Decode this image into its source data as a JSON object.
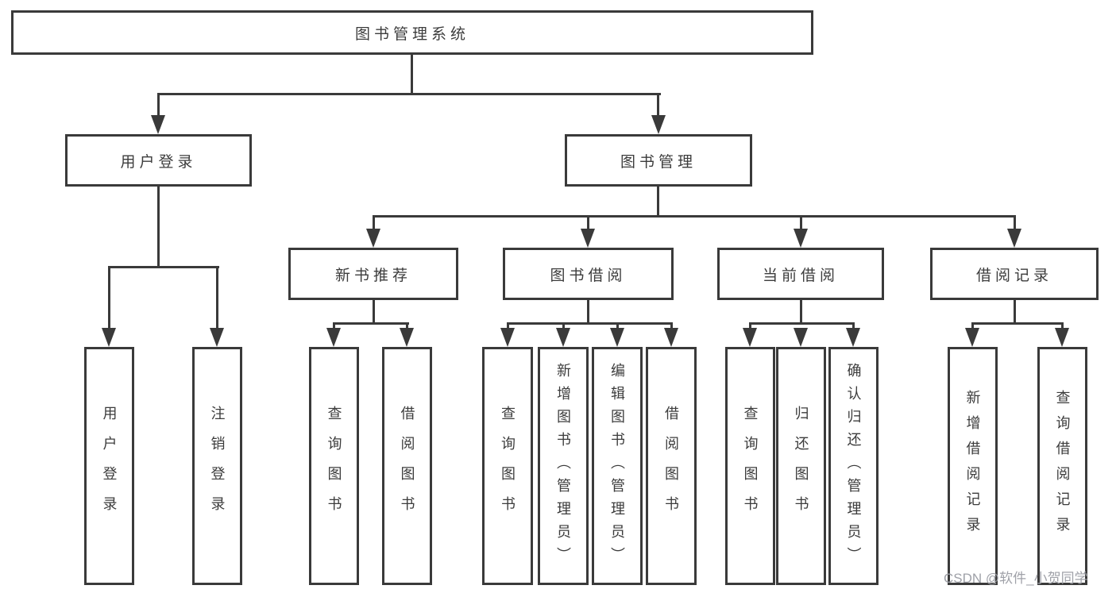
{
  "colors": {
    "line": "#3a3a3a",
    "text": "#3c3c3c",
    "watermark": "#9fa1a8",
    "background": "#ffffff"
  },
  "diagram": {
    "root": {
      "label": "图书管理系统"
    },
    "level2": {
      "user_login": {
        "label": "用户登录"
      },
      "book_management": {
        "label": "图书管理"
      }
    },
    "level3": {
      "new_book_recommend": {
        "label": "新书推荐"
      },
      "book_borrowing": {
        "label": "图书借阅"
      },
      "current_borrowing": {
        "label": "当前借阅"
      },
      "borrowing_records": {
        "label": "借阅记录"
      }
    },
    "leaves": {
      "user_login": {
        "label": "用户登录"
      },
      "logout": {
        "label": "注销登录"
      },
      "recommend_query_books": {
        "label": "查询图书"
      },
      "recommend_borrow_books": {
        "label": "借阅图书"
      },
      "borrowing_query_books": {
        "label": "查询图书"
      },
      "borrowing_add_books": {
        "label": "新增图书（管理员）"
      },
      "borrowing_edit_books": {
        "label": "编辑图书（管理员）"
      },
      "borrowing_borrow_books": {
        "label": "借阅图书"
      },
      "current_query_books": {
        "label": "查询图书"
      },
      "current_return_books": {
        "label": "归还图书"
      },
      "current_confirm_return": {
        "label": "确认归还（管理员）"
      },
      "records_add_record": {
        "label": "新增借阅记录"
      },
      "records_query_record": {
        "label": "查询借阅记录"
      }
    }
  },
  "watermark": {
    "text": "CSDN @软件_小贺同学"
  }
}
